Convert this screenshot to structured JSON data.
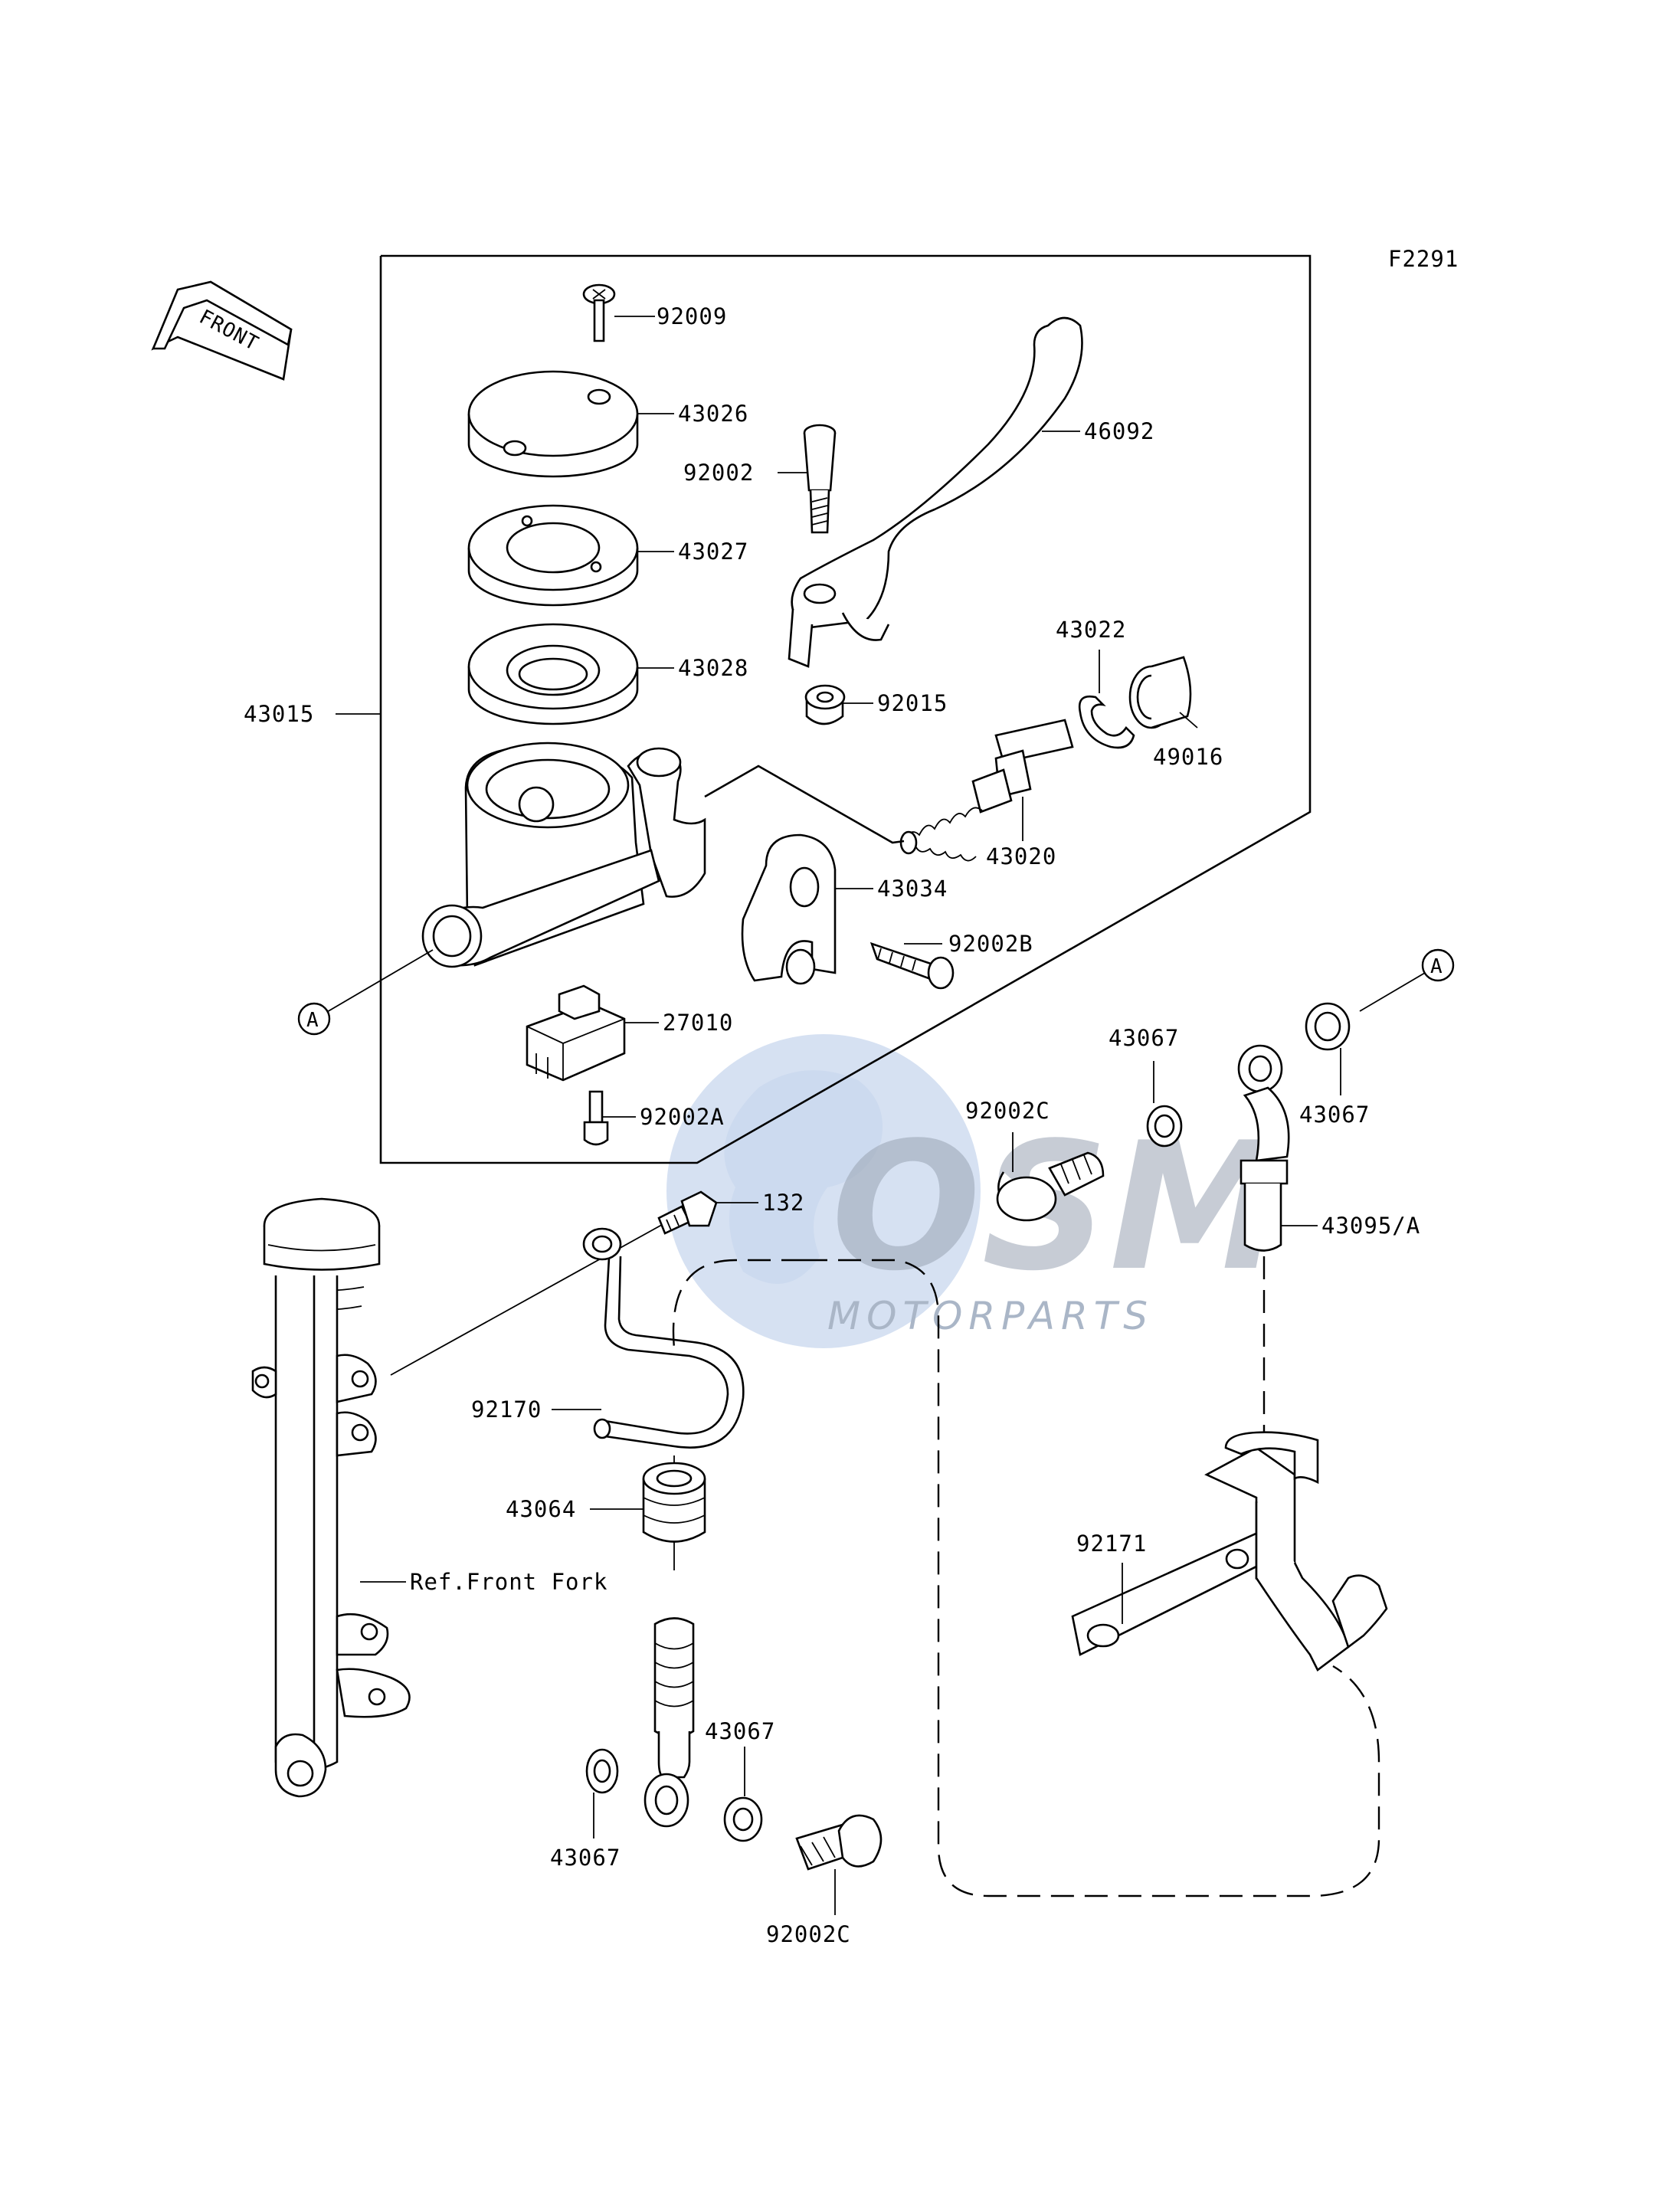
{
  "diagram_code": "F2291",
  "front_label": "FRONT",
  "reference_label": "Ref.Front Fork",
  "connection_marker": "A",
  "watermark": {
    "brand": "OSM",
    "sub": "MOTORPARTS",
    "color": "#c8d7ee"
  },
  "parts": [
    {
      "id": "92009",
      "label": "92009"
    },
    {
      "id": "43026",
      "label": "43026"
    },
    {
      "id": "46092",
      "label": "46092"
    },
    {
      "id": "92002",
      "label": "92002"
    },
    {
      "id": "43027",
      "label": "43027"
    },
    {
      "id": "43022",
      "label": "43022"
    },
    {
      "id": "43028",
      "label": "43028"
    },
    {
      "id": "43015",
      "label": "43015"
    },
    {
      "id": "92015",
      "label": "92015"
    },
    {
      "id": "49016",
      "label": "49016"
    },
    {
      "id": "43020",
      "label": "43020"
    },
    {
      "id": "43034",
      "label": "43034"
    },
    {
      "id": "92002B",
      "label": "92002B"
    },
    {
      "id": "27010",
      "label": "27010"
    },
    {
      "id": "43067a",
      "label": "43067"
    },
    {
      "id": "43067b",
      "label": "43067"
    },
    {
      "id": "92002C_a",
      "label": "92002C"
    },
    {
      "id": "92002A",
      "label": "92002A"
    },
    {
      "id": "132",
      "label": "132"
    },
    {
      "id": "43095A",
      "label": "43095/A"
    },
    {
      "id": "92170",
      "label": "92170"
    },
    {
      "id": "43064",
      "label": "43064"
    },
    {
      "id": "92171",
      "label": "92171"
    },
    {
      "id": "43067c",
      "label": "43067"
    },
    {
      "id": "43067d",
      "label": "43067"
    },
    {
      "id": "92002C_b",
      "label": "92002C"
    }
  ]
}
